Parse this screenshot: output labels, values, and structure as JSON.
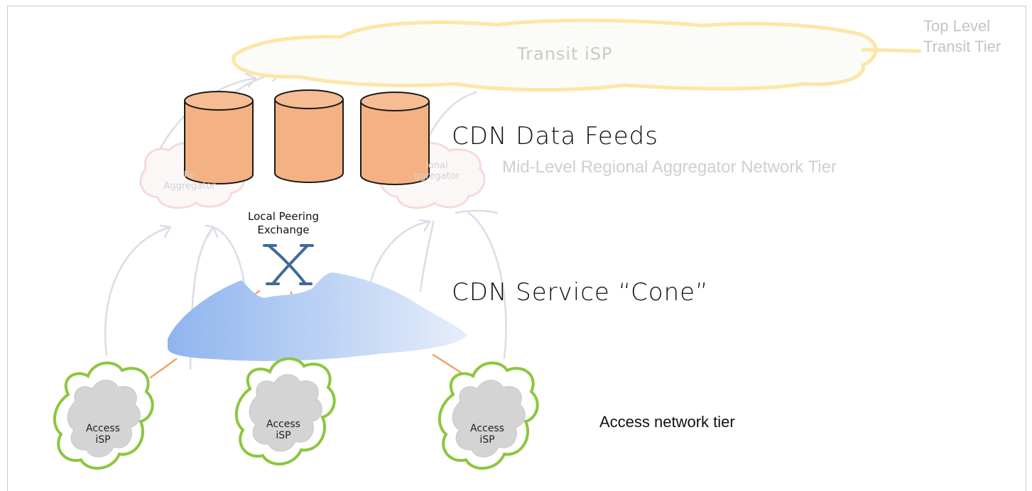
{
  "labels": {
    "top_tier_line1": "Top Level",
    "top_tier_line2": "Transit Tier",
    "transit_cloud": "Transit iSP",
    "cdn_feeds": "CDN Data Feeds",
    "mid_tier": "Mid-Level Regional Aggregator Network Tier",
    "peering_line1": "Local Peering",
    "peering_line2": "Exchange",
    "cdn_cone": "CDN Service “Cone”",
    "access_tier": "Access network tier"
  },
  "aggregators": [
    {
      "line1": "Re",
      "line2": "Aggregator"
    },
    {
      "line1": "ional",
      "line2": "ggregator"
    }
  ],
  "access_isps": [
    {
      "line1": "Access",
      "line2": "iSP"
    },
    {
      "line1": "Access",
      "line2": "iSP"
    },
    {
      "line1": "Access",
      "line2": "iSP"
    }
  ],
  "colors": {
    "cylinder_fill": "#f4b183",
    "cylinder_stroke": "#1a1a1a",
    "cone_start": "#8fb4ee",
    "cone_end": "#e3ecfa",
    "isp_fill": "#d4d4d4",
    "isp_outline": "#8cc63f",
    "link": "#f0a46a",
    "exchange": "#3f6a9a",
    "faded_arrow": "#dcdce6",
    "transit_outline": "#fbe7a8"
  }
}
